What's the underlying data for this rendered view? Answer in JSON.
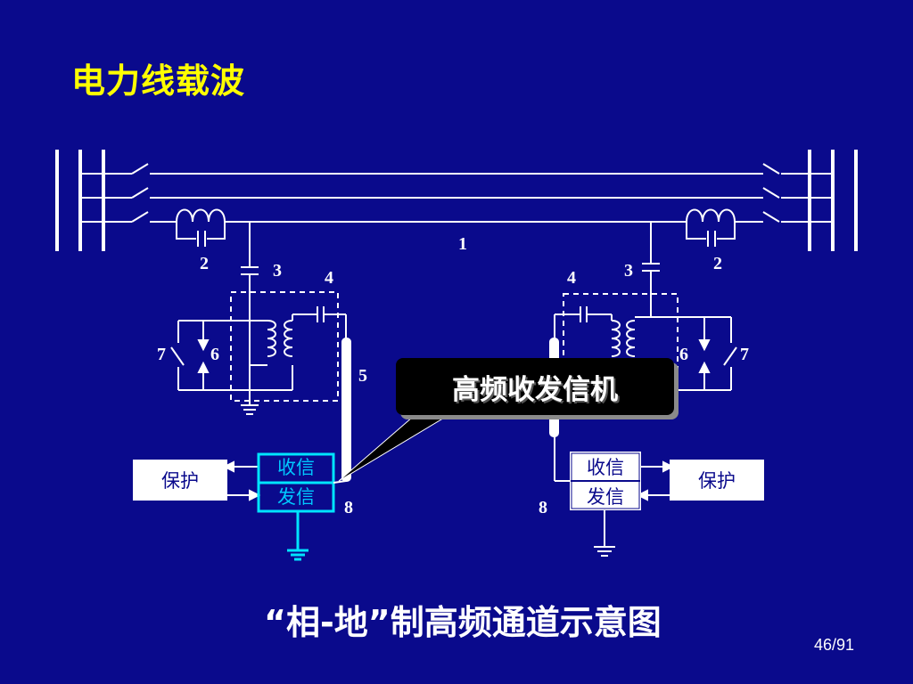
{
  "slide": {
    "title": "电力线载波",
    "caption": "“相-地”制高频通道示意图",
    "page_number": "46/91"
  },
  "callout": {
    "label": "高频收发信机"
  },
  "diagram": {
    "labels": {
      "line": "1",
      "wave_trap_left": "2",
      "wave_trap_right": "2",
      "coupling_cap_left": "3",
      "coupling_cap_right": "3",
      "filter_left": "4",
      "filter_right": "4",
      "cable": "5",
      "arrester_left": "6",
      "arrester_right": "6",
      "switch_left": "7",
      "switch_right": "7",
      "transceiver_left": "8",
      "transceiver_right": "8"
    },
    "left_station": {
      "protection": "保护",
      "receive": "收信",
      "send": "发信"
    },
    "right_station": {
      "protection": "保护",
      "receive": "收信",
      "send": "发信"
    },
    "colors": {
      "background": "#0a0a8c",
      "title": "#ffff00",
      "highlight": "#00e5ff",
      "line": "#ffffff"
    }
  }
}
